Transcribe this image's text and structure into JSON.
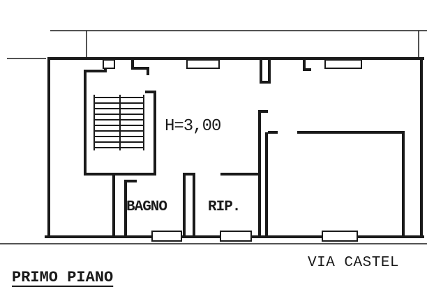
{
  "plan": {
    "height_label": "H=3,00",
    "rooms": {
      "bathroom": "BAGNO",
      "storage": "RIP."
    },
    "street": "VIA CASTEL",
    "floor_title": "PRIMO PIANO"
  }
}
